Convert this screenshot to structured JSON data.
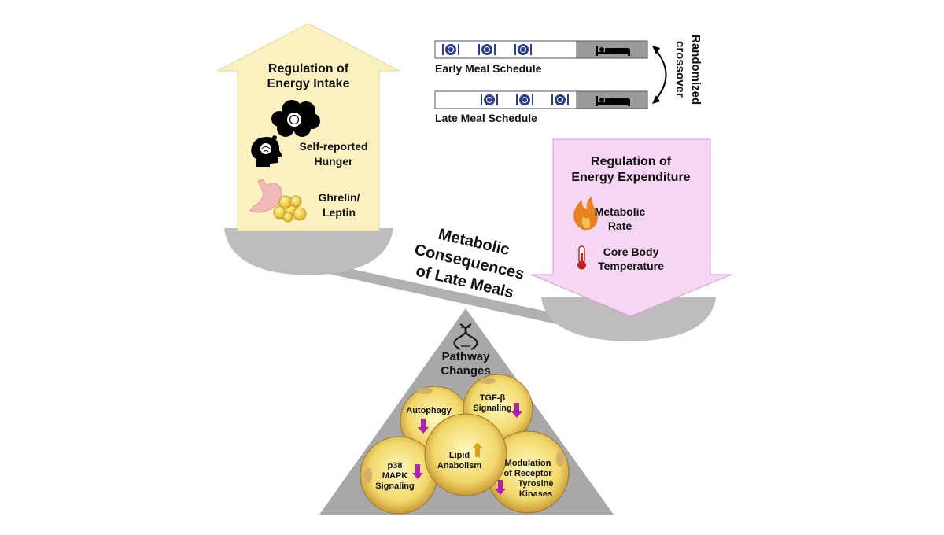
{
  "intake": {
    "title_line1": "Regulation of",
    "title_line2": "Energy Intake",
    "hunger_line1": "Self-reported",
    "hunger_line2": "Hunger",
    "hormone_line1": "Ghrelin/",
    "hormone_line2": "Leptin"
  },
  "expenditure": {
    "title_line1": "Regulation of",
    "title_line2": "Energy Expenditure",
    "metabolic_line1": "Metabolic",
    "metabolic_line2": "Rate",
    "temp_line1": "Core Body",
    "temp_line2": "Temperature"
  },
  "schedule": {
    "early_label": "Early Meal Schedule",
    "late_label": "Late Meal Schedule",
    "crossover_line1": "Randomized",
    "crossover_line2": "crossover"
  },
  "center": {
    "line1": "Metabolic",
    "line2": "Consequences",
    "line3": "of Late Meals"
  },
  "pathway": {
    "title_line1": "Pathway",
    "title_line2": "Changes",
    "autophagy": "Autophagy",
    "tgf_line1": "TGF-β",
    "tgf_line2": "Signaling",
    "lipid_line1": "Lipid",
    "lipid_line2": "Anabolism",
    "p38_line1": "p38",
    "p38_line2": "MAPK",
    "p38_line3": "Signaling",
    "rtk_line1": "Modulation",
    "rtk_line2": "of Receptor",
    "rtk_line3": "Tyrosine",
    "rtk_line4": "Kinases"
  },
  "colors": {
    "intake_fill": "#fbf1c0",
    "expenditure_fill": "#f5d6f5",
    "expenditure_border": "#d7a0c8",
    "scale_gray": "#b8b8b8",
    "triangle_gray": "#aaaaaa",
    "down_arrow": "#b020b8",
    "up_arrow": "#d9a520",
    "meal_icon": "#2c3d8c",
    "flame": "#e8821e",
    "thermometer": "#c02020"
  }
}
